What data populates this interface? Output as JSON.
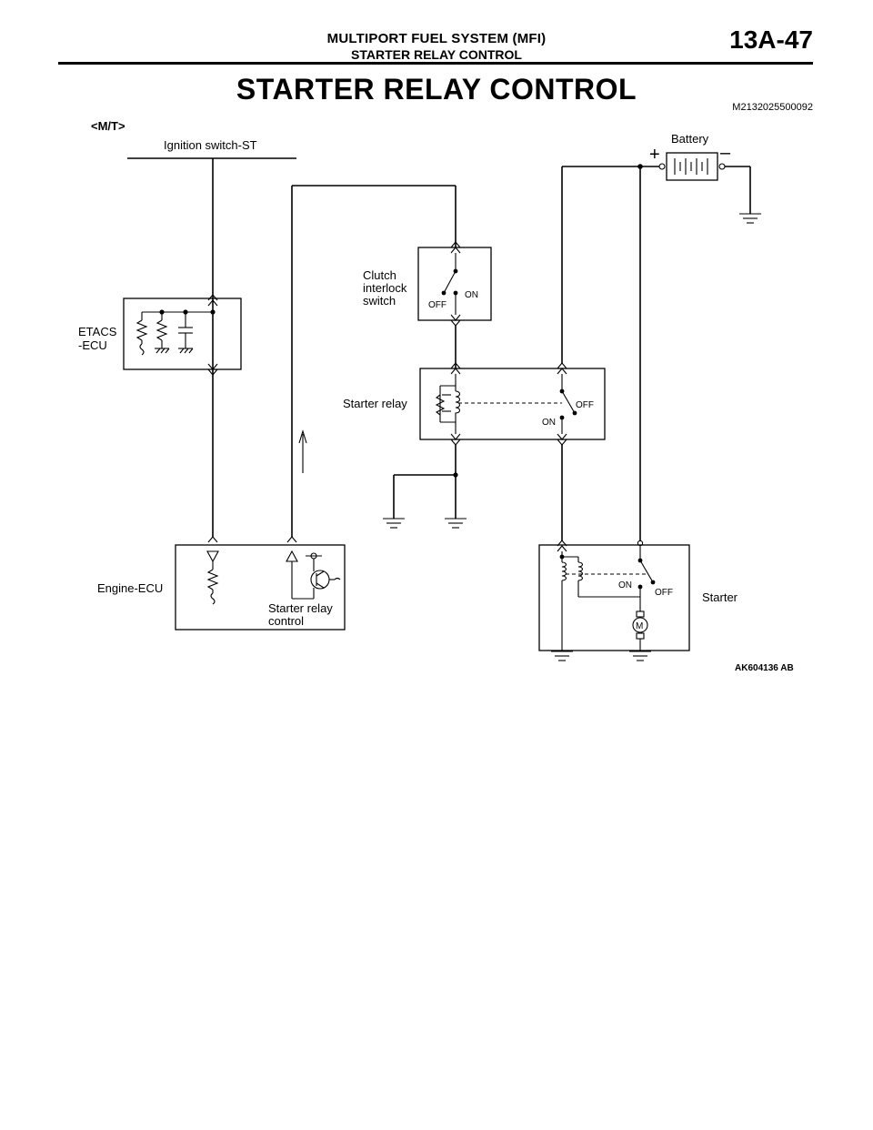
{
  "header": {
    "section_title": "MULTIPORT FUEL SYSTEM (MFI)",
    "subsection_title": "STARTER RELAY CONTROL",
    "page_number": "13A-47"
  },
  "page_title": "STARTER RELAY CONTROL",
  "document_id": "M2132025500092",
  "diagram": {
    "variant": "<M/T>",
    "labels": {
      "ignition_switch": "Ignition switch-ST",
      "battery": "Battery",
      "battery_plus": "+",
      "battery_minus": "–",
      "etacs_ecu_line1": "ETACS",
      "etacs_ecu_line2": "-ECU",
      "clutch_line1": "Clutch",
      "clutch_line2": "interlock",
      "clutch_line3": "switch",
      "clutch_on": "ON",
      "clutch_off": "OFF",
      "starter_relay": "Starter relay",
      "relay_off": "OFF",
      "relay_on": "ON",
      "engine_ecu": "Engine-ECU",
      "relay_control_line1": "Starter relay",
      "relay_control_line2": "control",
      "starter": "Starter",
      "starter_on": "ON",
      "starter_off": "OFF",
      "motor": "M"
    },
    "figure_id": "AK604136 AB"
  }
}
